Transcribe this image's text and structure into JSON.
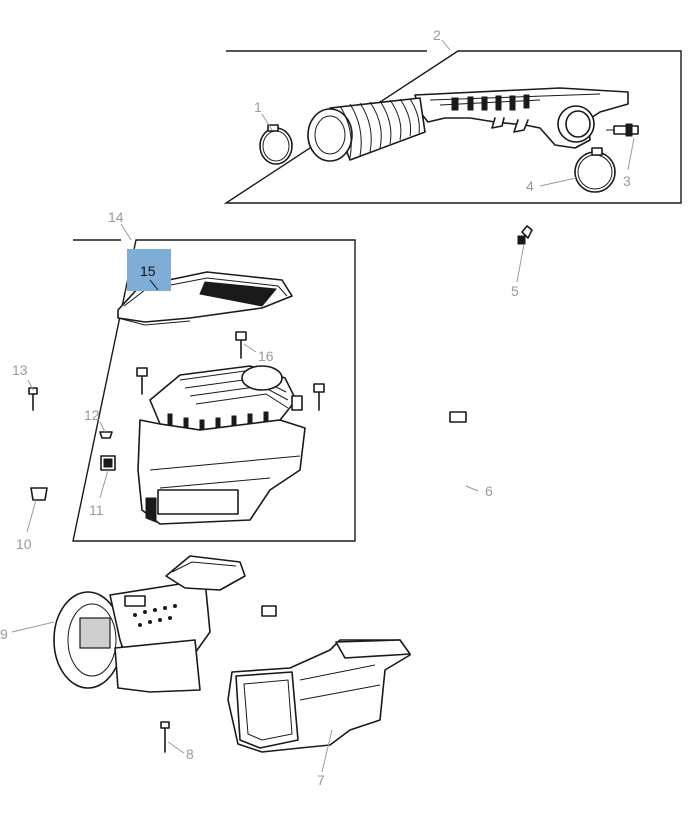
{
  "callouts": {
    "c1": "1",
    "c2": "2",
    "c3": "3",
    "c4": "4",
    "c5": "5",
    "c6": "6",
    "c7": "7",
    "c8": "8",
    "c9": "9",
    "c10": "10",
    "c11": "11",
    "c12": "12",
    "c13": "13",
    "c14": "14",
    "c15": "15",
    "c16": "16"
  },
  "highlight": {
    "callout": "15",
    "color": "#7eaed6"
  },
  "colors": {
    "line": "#1a1a1a",
    "callout_text": "#9a9a9a",
    "active_text": "#111111"
  }
}
